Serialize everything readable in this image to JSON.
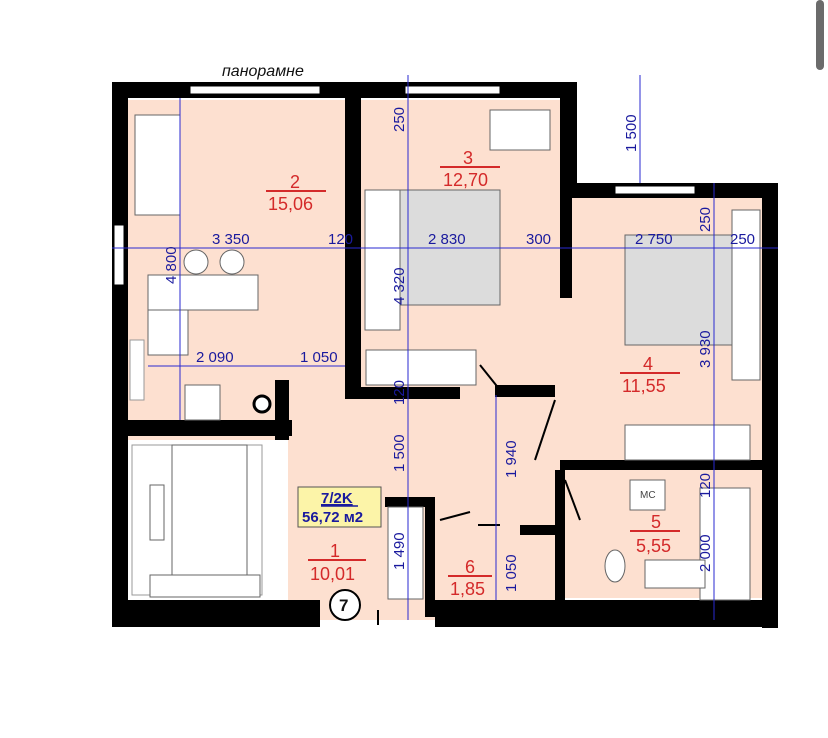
{
  "top_label": "панорамне",
  "badge": {
    "code": "7/2K",
    "area": "56,72 м2"
  },
  "apartment_number": "7",
  "rooms": [
    {
      "no": "1",
      "area": "10,01"
    },
    {
      "no": "2",
      "area": "15,06"
    },
    {
      "no": "3",
      "area": "12,70"
    },
    {
      "no": "4",
      "area": "11,55"
    },
    {
      "no": "5",
      "area": "5,55"
    },
    {
      "no": "6",
      "area": "1,85"
    }
  ],
  "dimensions": {
    "h_3350": "3 350",
    "h_120a": "120",
    "h_2830": "2 830",
    "h_300": "300",
    "h_2750": "2 750",
    "h_250c": "250",
    "h_2090": "2 090",
    "h_1050b": "1 050",
    "v_4800": "4 800",
    "v_250a": "250",
    "v_4320": "4 320",
    "v_1500b": "1 500",
    "v_1500a": "1 500",
    "v_250b": "250",
    "v_3930": "3 930",
    "v_1940": "1 940",
    "v_1490": "1 490",
    "v_1050": "1 050",
    "v_120b": "120",
    "v_2000": "2 000",
    "v_120c": "120"
  },
  "fixture_label": "МС",
  "colors": {
    "room_fill": "#fde0d0",
    "wall": "#000000",
    "dimension": "#1a1a9e",
    "room_label": "#d42a2a"
  }
}
